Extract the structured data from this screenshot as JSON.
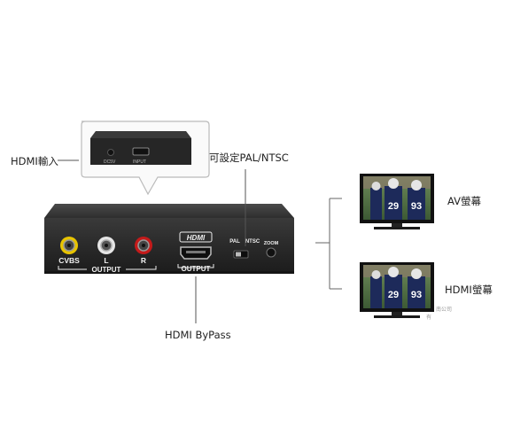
{
  "labels": {
    "hdmi_input": "HDMI輸入",
    "pal_ntsc_setting": "可設定PAL/NTSC",
    "hdmi_bypass": "HDMI ByPass",
    "av_screen": "AV螢幕",
    "hdmi_screen": "HDMI螢幕"
  },
  "device": {
    "cvbs": "CVBS",
    "left": "L",
    "right": "R",
    "output_left": "OUTPUT",
    "hdmi_badge": "HDMI",
    "output_right": "OUTPUT",
    "pal": "PAL",
    "ntsc": "NTSC",
    "zoom": "ZOOM"
  },
  "inset": {
    "port_label_1": "DC5V",
    "port_label_2": "INPUT"
  },
  "tv": {
    "numbers_top": [
      "29",
      "93"
    ],
    "numbers_bottom": [
      "29",
      "93"
    ]
  },
  "watermark": {
    "line1": "南公司",
    "line2": "有"
  },
  "colors": {
    "device_body": "#2b2b2b",
    "jack_yellow": "#e8c400",
    "jack_white": "#e6e6e6",
    "jack_red": "#c41a1a",
    "jersey": "#1d2a5a"
  }
}
